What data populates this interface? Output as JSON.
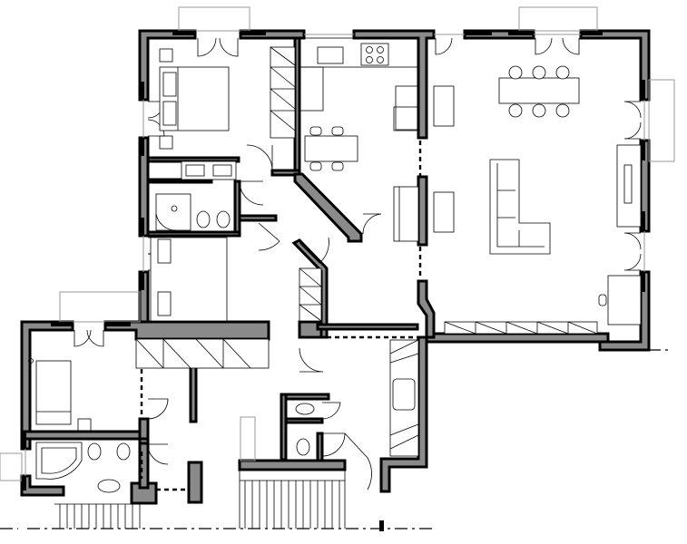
{
  "plan": {
    "background": "#ffffff",
    "wall_fill": "#8a8a8a",
    "line_color": "#000000",
    "rooms": [
      {
        "id": "bedroom-upper",
        "furniture": [
          "double-bed",
          "wardrobe",
          "nightstands"
        ]
      },
      {
        "id": "bathroom-upper",
        "furniture": [
          "double-sink",
          "shower",
          "toilet",
          "bidet"
        ]
      },
      {
        "id": "bedroom-middle",
        "furniture": [
          "double-bed"
        ]
      },
      {
        "id": "kitchen",
        "furniture": [
          "sink",
          "stove",
          "dining-table",
          "chairs",
          "counters"
        ]
      },
      {
        "id": "living-room",
        "furniture": [
          "dining-table",
          "chairs",
          "l-sofa",
          "fireplace",
          "desk"
        ]
      },
      {
        "id": "bedroom-lower",
        "furniture": [
          "double-bed"
        ]
      },
      {
        "id": "bathroom-lower",
        "furniture": [
          "corner-tub",
          "toilet",
          "bidet",
          "sink"
        ]
      },
      {
        "id": "wc",
        "furniture": [
          "sink",
          "toilet"
        ]
      },
      {
        "id": "entrance-hall",
        "furniture": [
          "bench"
        ]
      },
      {
        "id": "stairwell",
        "furniture": [
          "stairs"
        ]
      }
    ]
  }
}
